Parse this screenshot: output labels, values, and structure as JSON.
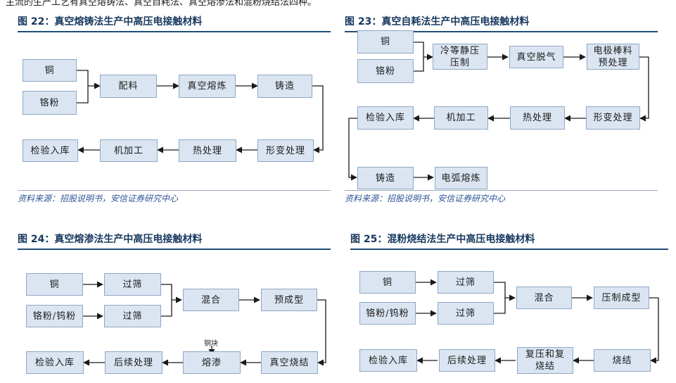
{
  "top_text": "主流的生产工艺有真空熔铸法、真空自耗法、真空熔渗法和混粉烧结法四种。",
  "source": "资料来源：招股说明书，安信证券研究中心",
  "fig22": {
    "title": "图 22：真空熔铸法生产中高压电接触材料",
    "nodes": {
      "cu": "铜",
      "cr": "铬粉",
      "mix": "配料",
      "melt": "真空熔炼",
      "cast": "铸造",
      "deform": "形变处理",
      "heat": "热处理",
      "mach": "机加工",
      "insp": "检验入库"
    }
  },
  "fig23": {
    "title": "图 23：真空自耗法生产中高压电接触材料",
    "nodes": {
      "cu": "铜",
      "cr": "铬粉",
      "press_1": "冷等静压",
      "press_2": "压制",
      "degas": "真空脱气",
      "pre_1": "电极棒料",
      "pre_2": "预处理",
      "deform": "形变处理",
      "heat": "热处理",
      "mach": "机加工",
      "insp": "检验入库",
      "cast": "铸造",
      "arc": "电弧熔炼"
    }
  },
  "fig24": {
    "title": "图 24：真空熔渗法生产中高压电接触材料",
    "nodes": {
      "cu": "铜",
      "crw": "铬粉/钨粉",
      "sieve1": "过筛",
      "sieve2": "过筛",
      "mix": "混合",
      "preform": "预成型",
      "sinter": "真空烧结",
      "infil": "熔渗",
      "post": "后续处理",
      "insp": "检验入库"
    },
    "cu_block": "铜块"
  },
  "fig25": {
    "title": "图 25：混粉烧结法生产中高压电接触材料",
    "nodes": {
      "cu": "铜",
      "crw": "铬粉/钨粉",
      "sieve1": "过筛",
      "sieve2": "过筛",
      "mix": "混合",
      "press": "压制成型",
      "sinter": "烧结",
      "rep_1": "复压和复",
      "rep_2": "烧结",
      "post": "后续处理",
      "insp": "检验入库"
    }
  }
}
